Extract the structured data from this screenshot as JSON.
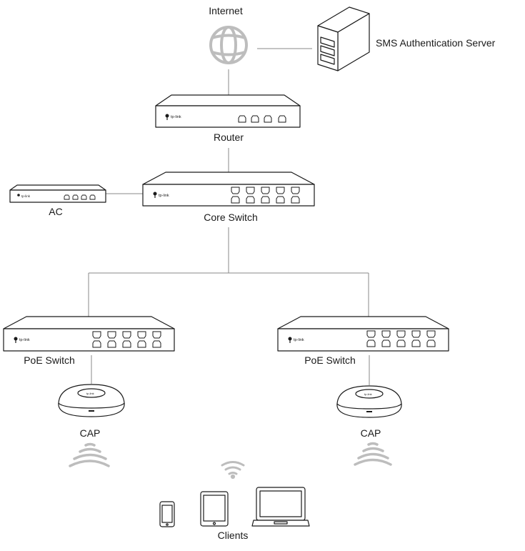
{
  "labels": {
    "internet": "Internet",
    "sms_server": "SMS Authentication Server",
    "router": "Router",
    "ac": "AC",
    "core_switch": "Core Switch",
    "poe_switch_left": "PoE Switch",
    "poe_switch_right": "PoE Switch",
    "cap_left": "CAP",
    "cap_right": "CAP",
    "clients": "Clients"
  },
  "brand_mark": "tp-link",
  "colors": {
    "line": "#888888",
    "device_stroke": "#1a1a1a",
    "globe": "#bdbdbd",
    "wifi": "#bdbdbd"
  }
}
